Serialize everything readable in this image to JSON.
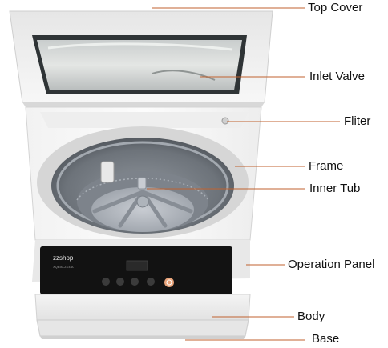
{
  "brand": {
    "logo_text": "zzshop",
    "model_text": "XQB50-ZK4-A"
  },
  "labels": {
    "top_cover": "Top Cover",
    "inlet_valve": "Inlet Valve",
    "filter": "Fliter",
    "frame": "Frame",
    "inner_tub": "Inner Tub",
    "operation_panel": "Operation Panel",
    "body": "Body",
    "base": "Base"
  },
  "colors": {
    "leader_line": "#c0622f",
    "panel": "#111111",
    "power_button": "#e8a37a"
  }
}
